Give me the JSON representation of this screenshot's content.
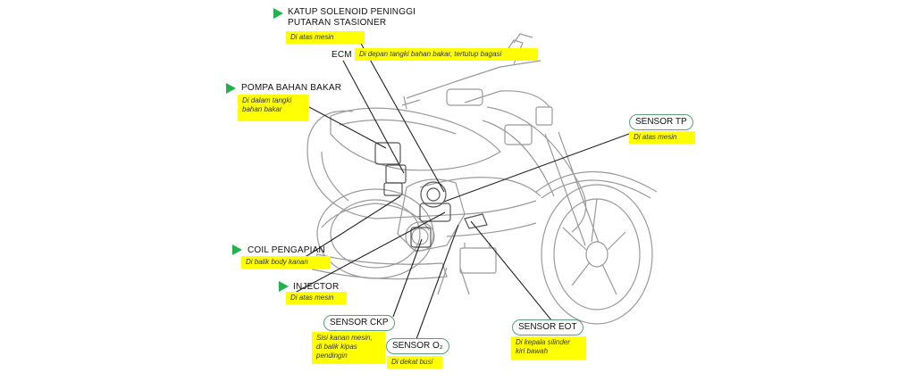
{
  "callouts": {
    "katup": {
      "title": "KATUP SOLENOID PENINGGI\nPUTARAN STASIONER",
      "location": "Di atas mesin"
    },
    "ecm": {
      "title": "ECM",
      "location": "Di depan tangki bahan bakar, tertutup bagasi"
    },
    "pompa": {
      "title": "POMPA BAHAN BAKAR",
      "location": "Di dalam tangki\nbahan bakar"
    },
    "sensor_tp": {
      "title": "SENSOR TP",
      "location": "Di atas mesin"
    },
    "coil": {
      "title": "COIL PENGAPIAN",
      "location": "Di balik body kanan"
    },
    "injector": {
      "title": "INJECTOR",
      "location": "Di atas mesin"
    },
    "sensor_ckp": {
      "title": "SENSOR CKP",
      "location": "Sisi kanan mesin,\ndi balik kipas\npendingin"
    },
    "sensor_o2": {
      "title": "SENSOR O₂",
      "location": "Di dekat busi"
    },
    "sensor_eot": {
      "title": "SENSOR EOT",
      "location": "Di kepala silinder\nkiri bawah"
    }
  },
  "colors": {
    "highlight": "#ffff00",
    "marker": "#22b14c",
    "pill_border": "#5aa07a",
    "line": "#222222",
    "sketch": "#9a9a9a"
  }
}
